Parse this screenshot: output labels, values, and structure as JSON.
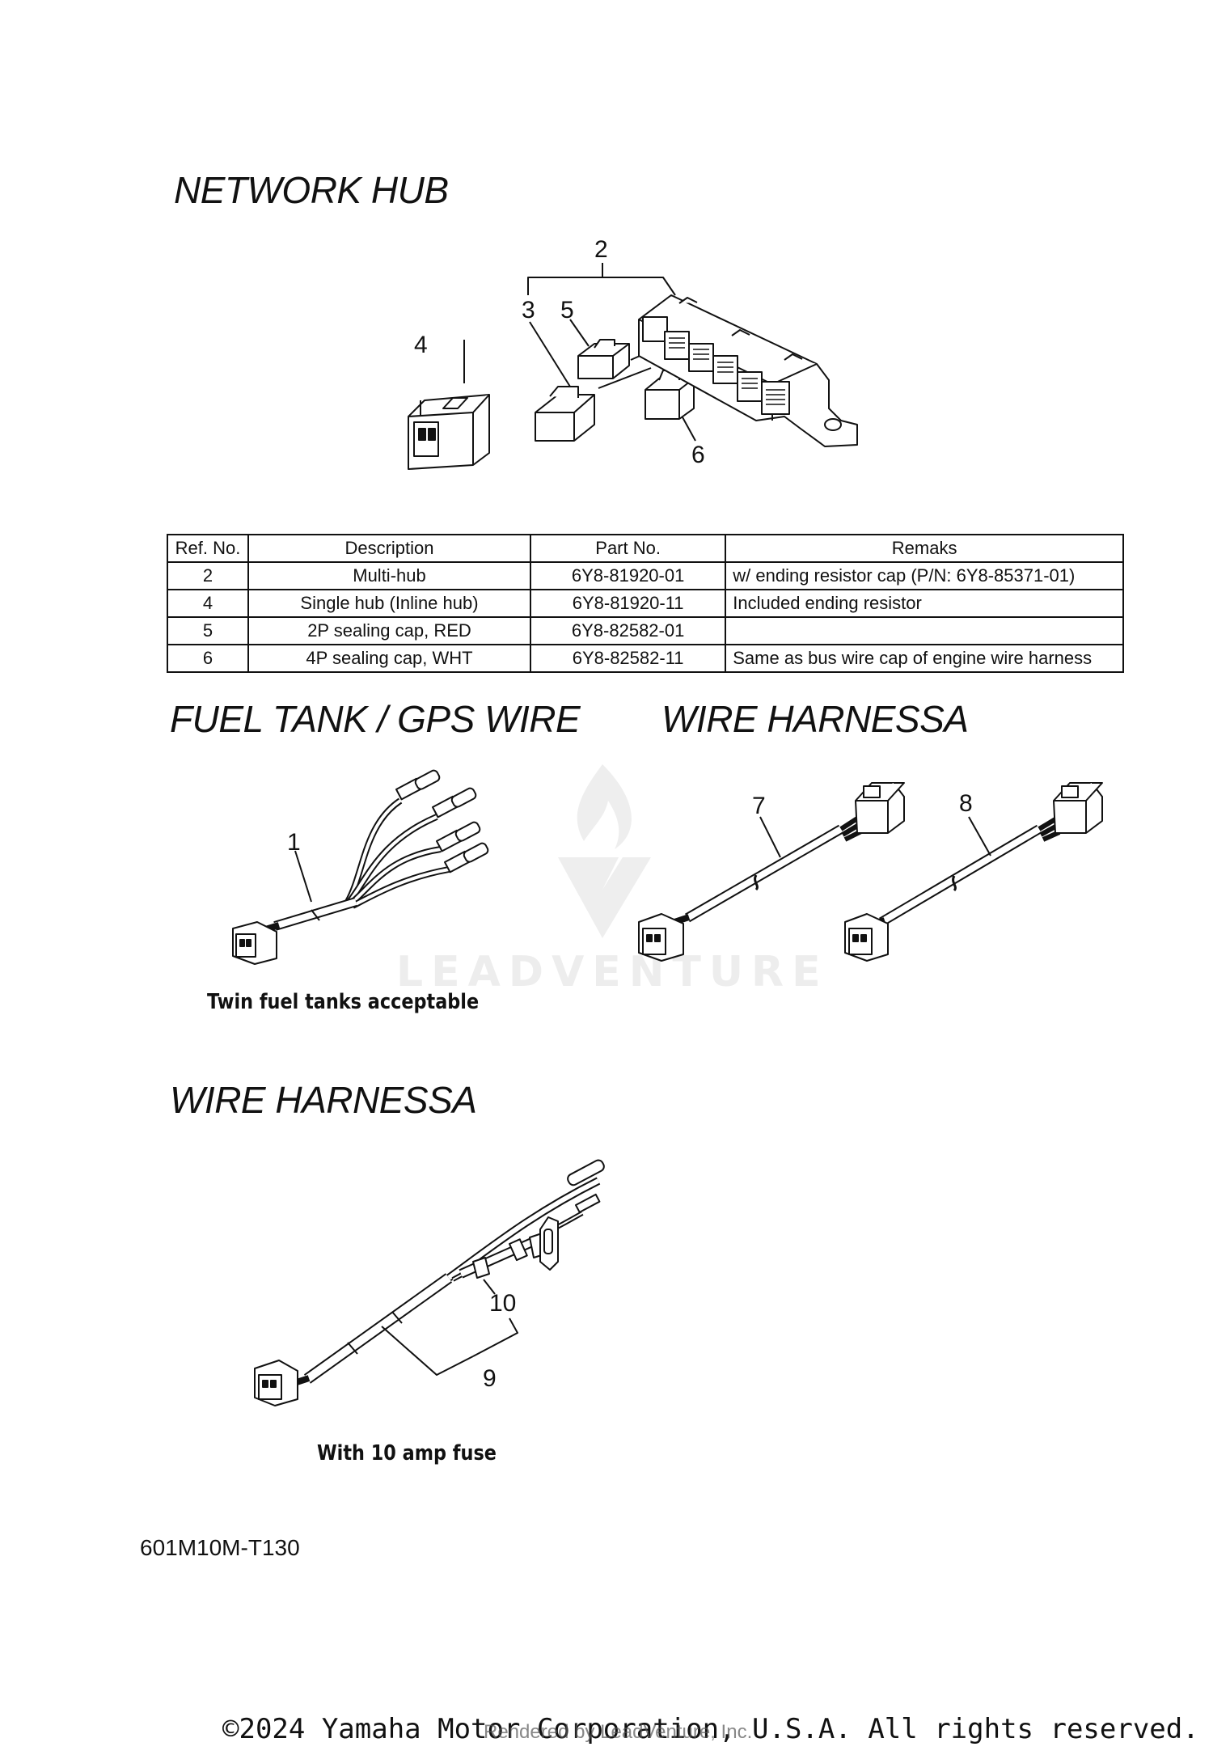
{
  "headings": {
    "network_hub": "NETWORK HUB",
    "fuel_tank_gps": "FUEL TANK / GPS WIRE",
    "wire_harness_top": "WIRE HARNESSA",
    "wire_harness_bottom": "WIRE HARNESSA"
  },
  "ref_labels": {
    "r1": "1",
    "r2": "2",
    "r3": "3",
    "r4": "4",
    "r5": "5",
    "r6": "6",
    "r7": "7",
    "r8": "8",
    "r9": "9",
    "r10": "10"
  },
  "table": {
    "headers": [
      "Ref. No.",
      "Description",
      "Part No.",
      "Remaks"
    ],
    "rows": [
      [
        "2",
        "Multi-hub",
        "6Y8-81920-01",
        "w/ ending resistor cap (P/N: 6Y8-85371-01)"
      ],
      [
        "4",
        "Single hub (Inline hub)",
        "6Y8-81920-11",
        "Included ending resistor"
      ],
      [
        "5",
        "2P sealing cap, RED",
        "6Y8-82582-01",
        ""
      ],
      [
        "6",
        "4P sealing cap, WHT",
        "6Y8-82582-11",
        "Same as bus wire cap of engine wire harness"
      ]
    ]
  },
  "captions": {
    "twin_fuel": "Twin fuel tanks acceptable",
    "fuse": "With 10 amp fuse"
  },
  "diagram_code": "601M10M-T130",
  "watermark": "LEADVENTURE",
  "footer": {
    "copyright": "©2024 Yamaha Motor Corporation, U.S.A. All rights reserved.",
    "rendered_by": "Rendered by LeadVenture, Inc."
  }
}
